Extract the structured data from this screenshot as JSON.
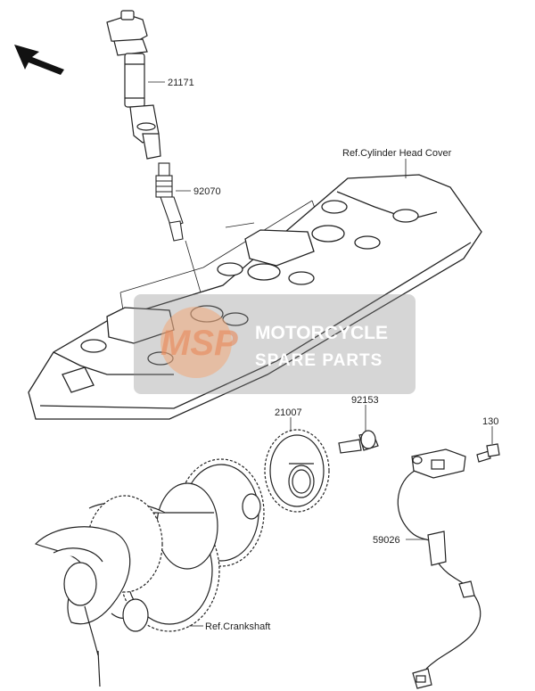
{
  "labels": {
    "ignition_coil": "21171",
    "spark_plug": "92070",
    "cylinder_head_cover_ref": "Ref.Cylinder Head Cover",
    "timing_rotor": "21007",
    "rotor_bolt": "92153",
    "sensor_bolt": "130",
    "crankshaft_sensor": "59026",
    "crankshaft_ref": "Ref.Crankshaft"
  },
  "watermark": {
    "logo": "MSP",
    "line1": "MOTORCYCLE",
    "line2": "SPARE PARTS"
  },
  "icons": [
    "front-direction-arrow-icon"
  ]
}
